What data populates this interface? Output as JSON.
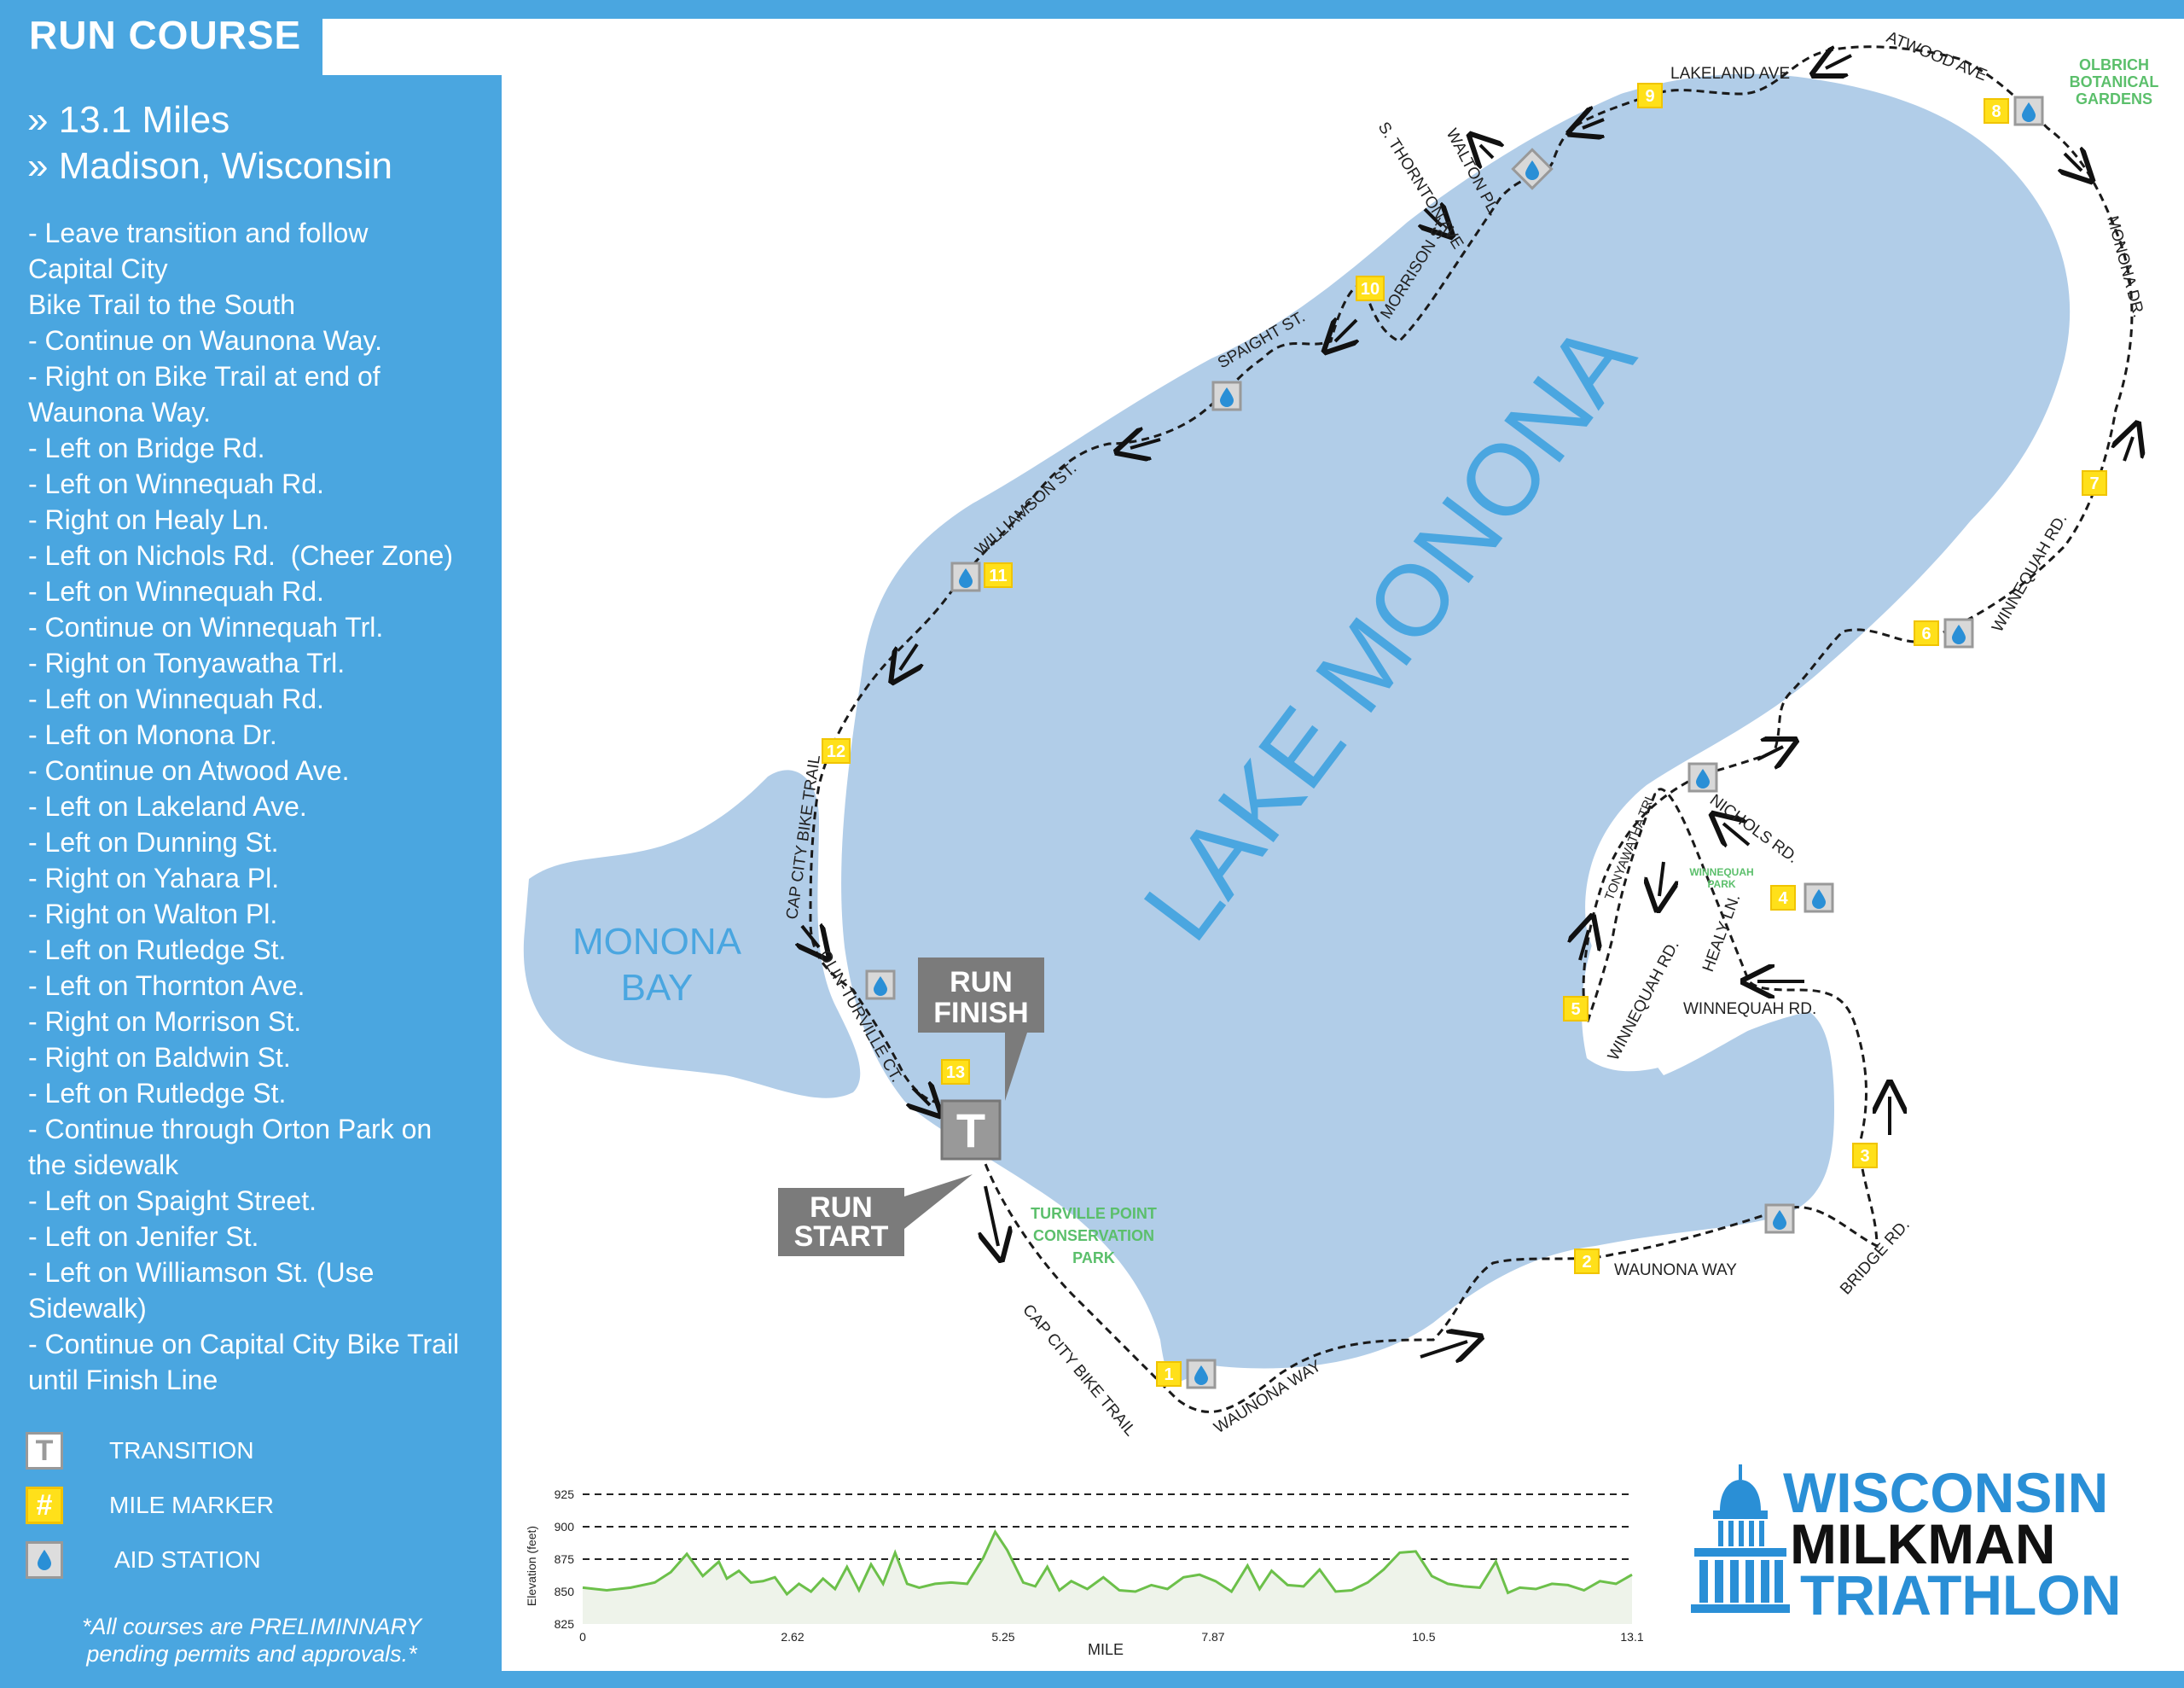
{
  "header": {
    "title": "RUN COURSE"
  },
  "sidebar": {
    "distance": "» 13.1 Miles",
    "location": "» Madison, Wisconsin",
    "directions": [
      "- Leave transition and follow\nCapital City\nBike Trail to the South",
      "- Continue on Waunona Way.",
      "- Right on Bike Trail at end of\nWaunona Way.",
      "- Left on Bridge Rd.",
      "- Left on Winnequah Rd.",
      "- Right on Healy Ln.",
      "- Left on Nichols Rd.  (Cheer Zone)",
      "- Left on Winnequah Rd.",
      "- Continue on Winnequah Trl.",
      "- Right on Tonyawatha Trl.",
      "- Left on Winnequah Rd.",
      "- Left on Monona Dr.",
      "- Continue on Atwood Ave.",
      "- Left on Lakeland Ave.",
      "- Left on Dunning St.",
      "- Right on Yahara Pl.",
      "- Right on Walton Pl.",
      "- Left on Rutledge St.",
      "- Left on Thornton Ave.",
      "- Right on Morrison St.",
      "- Right on Baldwin St.",
      "- Left on Rutledge St.",
      "- Continue through Orton Park on\nthe sidewalk",
      "- Left on Spaight Street.",
      "- Left on Jenifer St.",
      "- Left on Williamson St. (Use\nSidewalk)",
      "- Continue on Capital City Bike Trail\nuntil Finish Line"
    ],
    "legend": [
      {
        "symbol": "T",
        "label": "TRANSITION",
        "icon": "transition-icon"
      },
      {
        "symbol": "#",
        "label": "MILE MARKER",
        "icon": "mile-marker-icon"
      },
      {
        "symbol": "",
        "label": "AID STATION",
        "icon": "water-drop-icon"
      }
    ],
    "disclaimer": "*All courses are PRELIMINNARY\npending permits and approvals.*"
  },
  "map": {
    "lake_label": "LAKE MONONA",
    "bay_label_1": "MONONA",
    "bay_label_2": "BAY",
    "run_finish_1": "RUN",
    "run_finish_2": "FINISH",
    "run_start_1": "RUN",
    "run_start_2": "START",
    "transition_symbol": "T",
    "parks": {
      "olbrich_1": "OLBRICH",
      "olbrich_2": "BOTANICAL",
      "olbrich_3": "GARDENS",
      "turville_1": "TURVILLE POINT",
      "turville_2": "CONSERVATION",
      "turville_3": "PARK",
      "winnequah_1": "WINNEQUAH",
      "winnequah_2": "PARK"
    },
    "streets": {
      "lakeland": "LAKELAND AVE",
      "atwood": "ATWOOD AVE",
      "monona_dr": "MONONA DR.",
      "winnequah_rd_ne": "WINNEQUAH RD.",
      "s_thornton": "S. THORNTON AVE",
      "walton": "WALTON PL.",
      "morrison": "MORRISON ST.",
      "spaight": "SPAIGHT ST.",
      "williamson": "WILLIAMSON ST.",
      "cap_city_north": "CAP CITY BIKE TRAIL",
      "olin_turville": "OLIN-TURVILLE CT.",
      "cap_city_south": "CAP CITY BIKE TRAIL",
      "waunona_sw": "WAUNONA WAY",
      "waunona_se": "WAUNONA WAY",
      "bridge": "BRIDGE RD.",
      "nichols": "NICHOLS RD.",
      "tonyawatha": "TONYAWATHA TRL.",
      "healy": "HEALY LN.",
      "winnequah_rd_s": "WINNEQUAH RD.",
      "winnequah_rd_w": "WINNEQUAH RD."
    },
    "mile_markers": [
      "1",
      "2",
      "3",
      "4",
      "5",
      "6",
      "7",
      "8",
      "9",
      "10",
      "11",
      "12",
      "13"
    ]
  },
  "chart_data": {
    "type": "area",
    "title": "",
    "xlabel": "MILE",
    "ylabel": "Elevation (feet)",
    "xlim": [
      0,
      13.1
    ],
    "ylim": [
      825,
      925
    ],
    "x_ticks": [
      "0",
      "2.62",
      "5.25",
      "7.87",
      "10.5",
      "13.1"
    ],
    "y_ticks": [
      "925",
      "900",
      "875",
      "850",
      "825"
    ],
    "grid": "dashed horizontal at 875, 900, 925",
    "color": "#6cc04a",
    "series": [
      {
        "x": [
          0,
          0.3,
          0.6,
          0.9,
          1.1,
          1.3,
          1.5,
          1.7,
          1.8,
          1.95,
          2.1,
          2.25,
          2.4,
          2.55,
          2.7,
          2.85,
          3.0,
          3.15,
          3.3,
          3.45,
          3.6,
          3.75,
          3.9,
          4.05,
          4.2,
          4.4,
          4.6,
          4.8,
          5.0,
          5.15,
          5.3,
          5.5,
          5.65,
          5.8,
          5.95,
          6.1,
          6.3,
          6.5,
          6.7,
          6.9,
          7.1,
          7.3,
          7.5,
          7.7,
          7.9,
          8.1,
          8.3,
          8.45,
          8.6,
          8.8,
          9.0,
          9.2,
          9.4,
          9.6,
          9.8,
          10.0,
          10.2,
          10.4,
          10.6,
          10.8,
          11.0,
          11.2,
          11.4,
          11.55,
          11.7,
          11.9,
          12.1,
          12.3,
          12.5,
          12.7,
          12.9,
          13.1
        ],
        "y": [
          853,
          851,
          853,
          857,
          865,
          879,
          862,
          873,
          860,
          866,
          857,
          858,
          861,
          848,
          856,
          850,
          860,
          852,
          869,
          851,
          871,
          856,
          880,
          856,
          853,
          856,
          857,
          856,
          876,
          896,
          882,
          857,
          854,
          869,
          851,
          858,
          852,
          861,
          851,
          850,
          855,
          852,
          861,
          863,
          858,
          850,
          870,
          852,
          866,
          855,
          854,
          867,
          850,
          851,
          857,
          867,
          880,
          881,
          862,
          856,
          854,
          853,
          873,
          849,
          853,
          852,
          856,
          855,
          851,
          858,
          856,
          863
        ]
      }
    ]
  }
}
